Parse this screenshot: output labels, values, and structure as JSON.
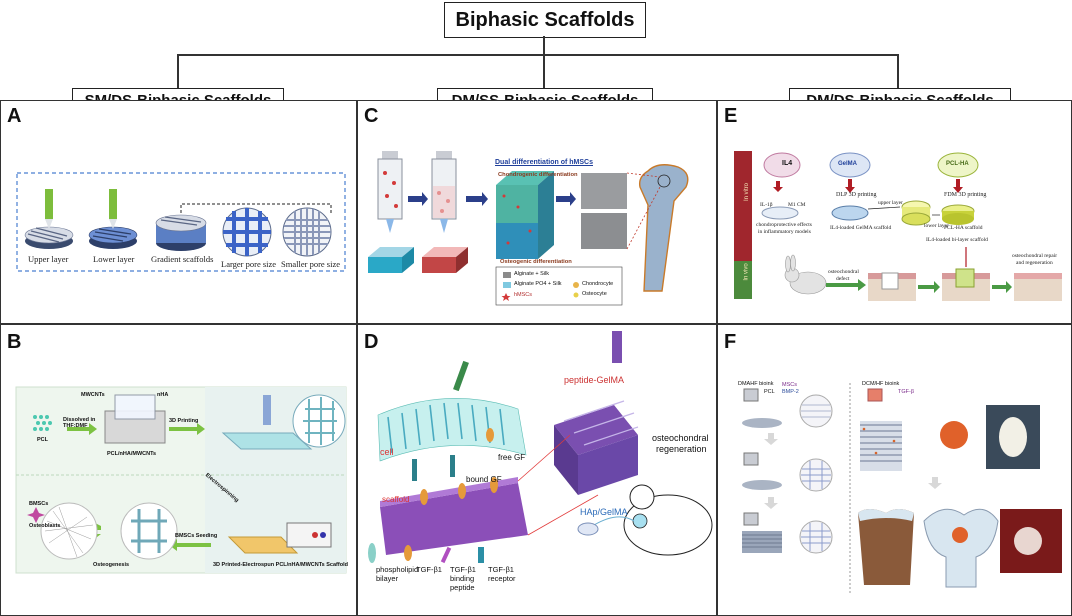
{
  "title": "Biphasic Scaffolds",
  "columns": [
    {
      "title": "SM/DS-Biphasic Scaffolds"
    },
    {
      "title": "DM/SS-Biphasic Scaffolds"
    },
    {
      "title": "DM/DS-Biphasic Scaffolds"
    }
  ],
  "panels": {
    "A": {
      "letter": "A",
      "labels": [
        "Upper layer",
        "Lower layer",
        "Gradient scaffolds",
        "Larger pore size",
        "Smaller pore size"
      ]
    },
    "B": {
      "letter": "B",
      "mwcnts": "MWCNTs",
      "nha": "nHA",
      "dissolved": "Dissolved in THF:DMF",
      "pcl": "PCL",
      "printing": "3D Printing",
      "pcl_mix": "PCL/nHA/MWCNTs",
      "electrospinning": "Electrospinning",
      "bmscs_seeding": "BMSCs Seeding",
      "bmscs": "BMSCs",
      "osteoblasts": "Osteoblasts",
      "osteogenesis": "Osteogenesis",
      "scaffold_label": "3D Printed-Electrospun PCL/nHA/MWCNTs Scaffold"
    },
    "C": {
      "letter": "C",
      "heading": "Dual differentiation of hMSCs",
      "chondro": "Chondrogenic differentiation",
      "osteo": "Osteogenic differentiation",
      "legend": [
        "Alginate + Silk",
        "Alginate PO4 + Silk",
        "hMSCs",
        "Chondrocyte",
        "Osteocyte"
      ]
    },
    "D": {
      "letter": "D",
      "cell": "cell",
      "free_gf": "free GF",
      "peptide_gelma": "peptide-GelMA",
      "bound_gf": "bound GF",
      "osteo_regen_1": "osteochondral",
      "osteo_regen_2": "regeneration",
      "scaffold": "scaffold",
      "hap_gelma": "HAp/GelMA",
      "legend": [
        "phospholipid bilayer",
        "TGF-β1",
        "TGF-β1 binding peptide",
        "TGF-β1 receptor"
      ]
    },
    "E": {
      "letter": "E",
      "il4": "IL4",
      "gelma": "GelMA",
      "pclha": "PCL-HA",
      "in_vitro": "In vitro",
      "in_vivo": "In vivo",
      "dlp": "DLP 3D printing",
      "fdm": "FDM 3D printing",
      "upper_layer": "upper layer",
      "lower_layer": "lower layer",
      "il4_gelma": "IL4-loaded GelMA scaffold",
      "pclha_scaffold": "PCL-HA scaffold",
      "il1b": "IL-1β",
      "m1cm": "M1 CM",
      "chondro_effects_1": "chondroprotective effects",
      "chondro_effects_2": "in inflammatory models",
      "bilayer": "IL4-loaded bi-layer scaffold",
      "defect_1": "osteochondral",
      "defect_2": "defect",
      "repair_1": "osteochondral repair",
      "repair_2": "and regeneration"
    },
    "F": {
      "letter": "F",
      "dmadf": "DMAHF bioink",
      "pcl": "PCL",
      "mscs": "MSCs",
      "bmp2": "BMP-2",
      "dcmmf": "DCM/HF bioink",
      "tgf": "TGF-β"
    }
  },
  "colors": {
    "border": "#333333",
    "blue_dash": "#4a7fd0",
    "gold": "#e7b64a",
    "green_arrow": "#7cc242",
    "navy_arrow": "#2b3f8a",
    "purple": "#8a4fb0",
    "red_block": "#a0262d",
    "green_block": "#4c8a3c"
  }
}
